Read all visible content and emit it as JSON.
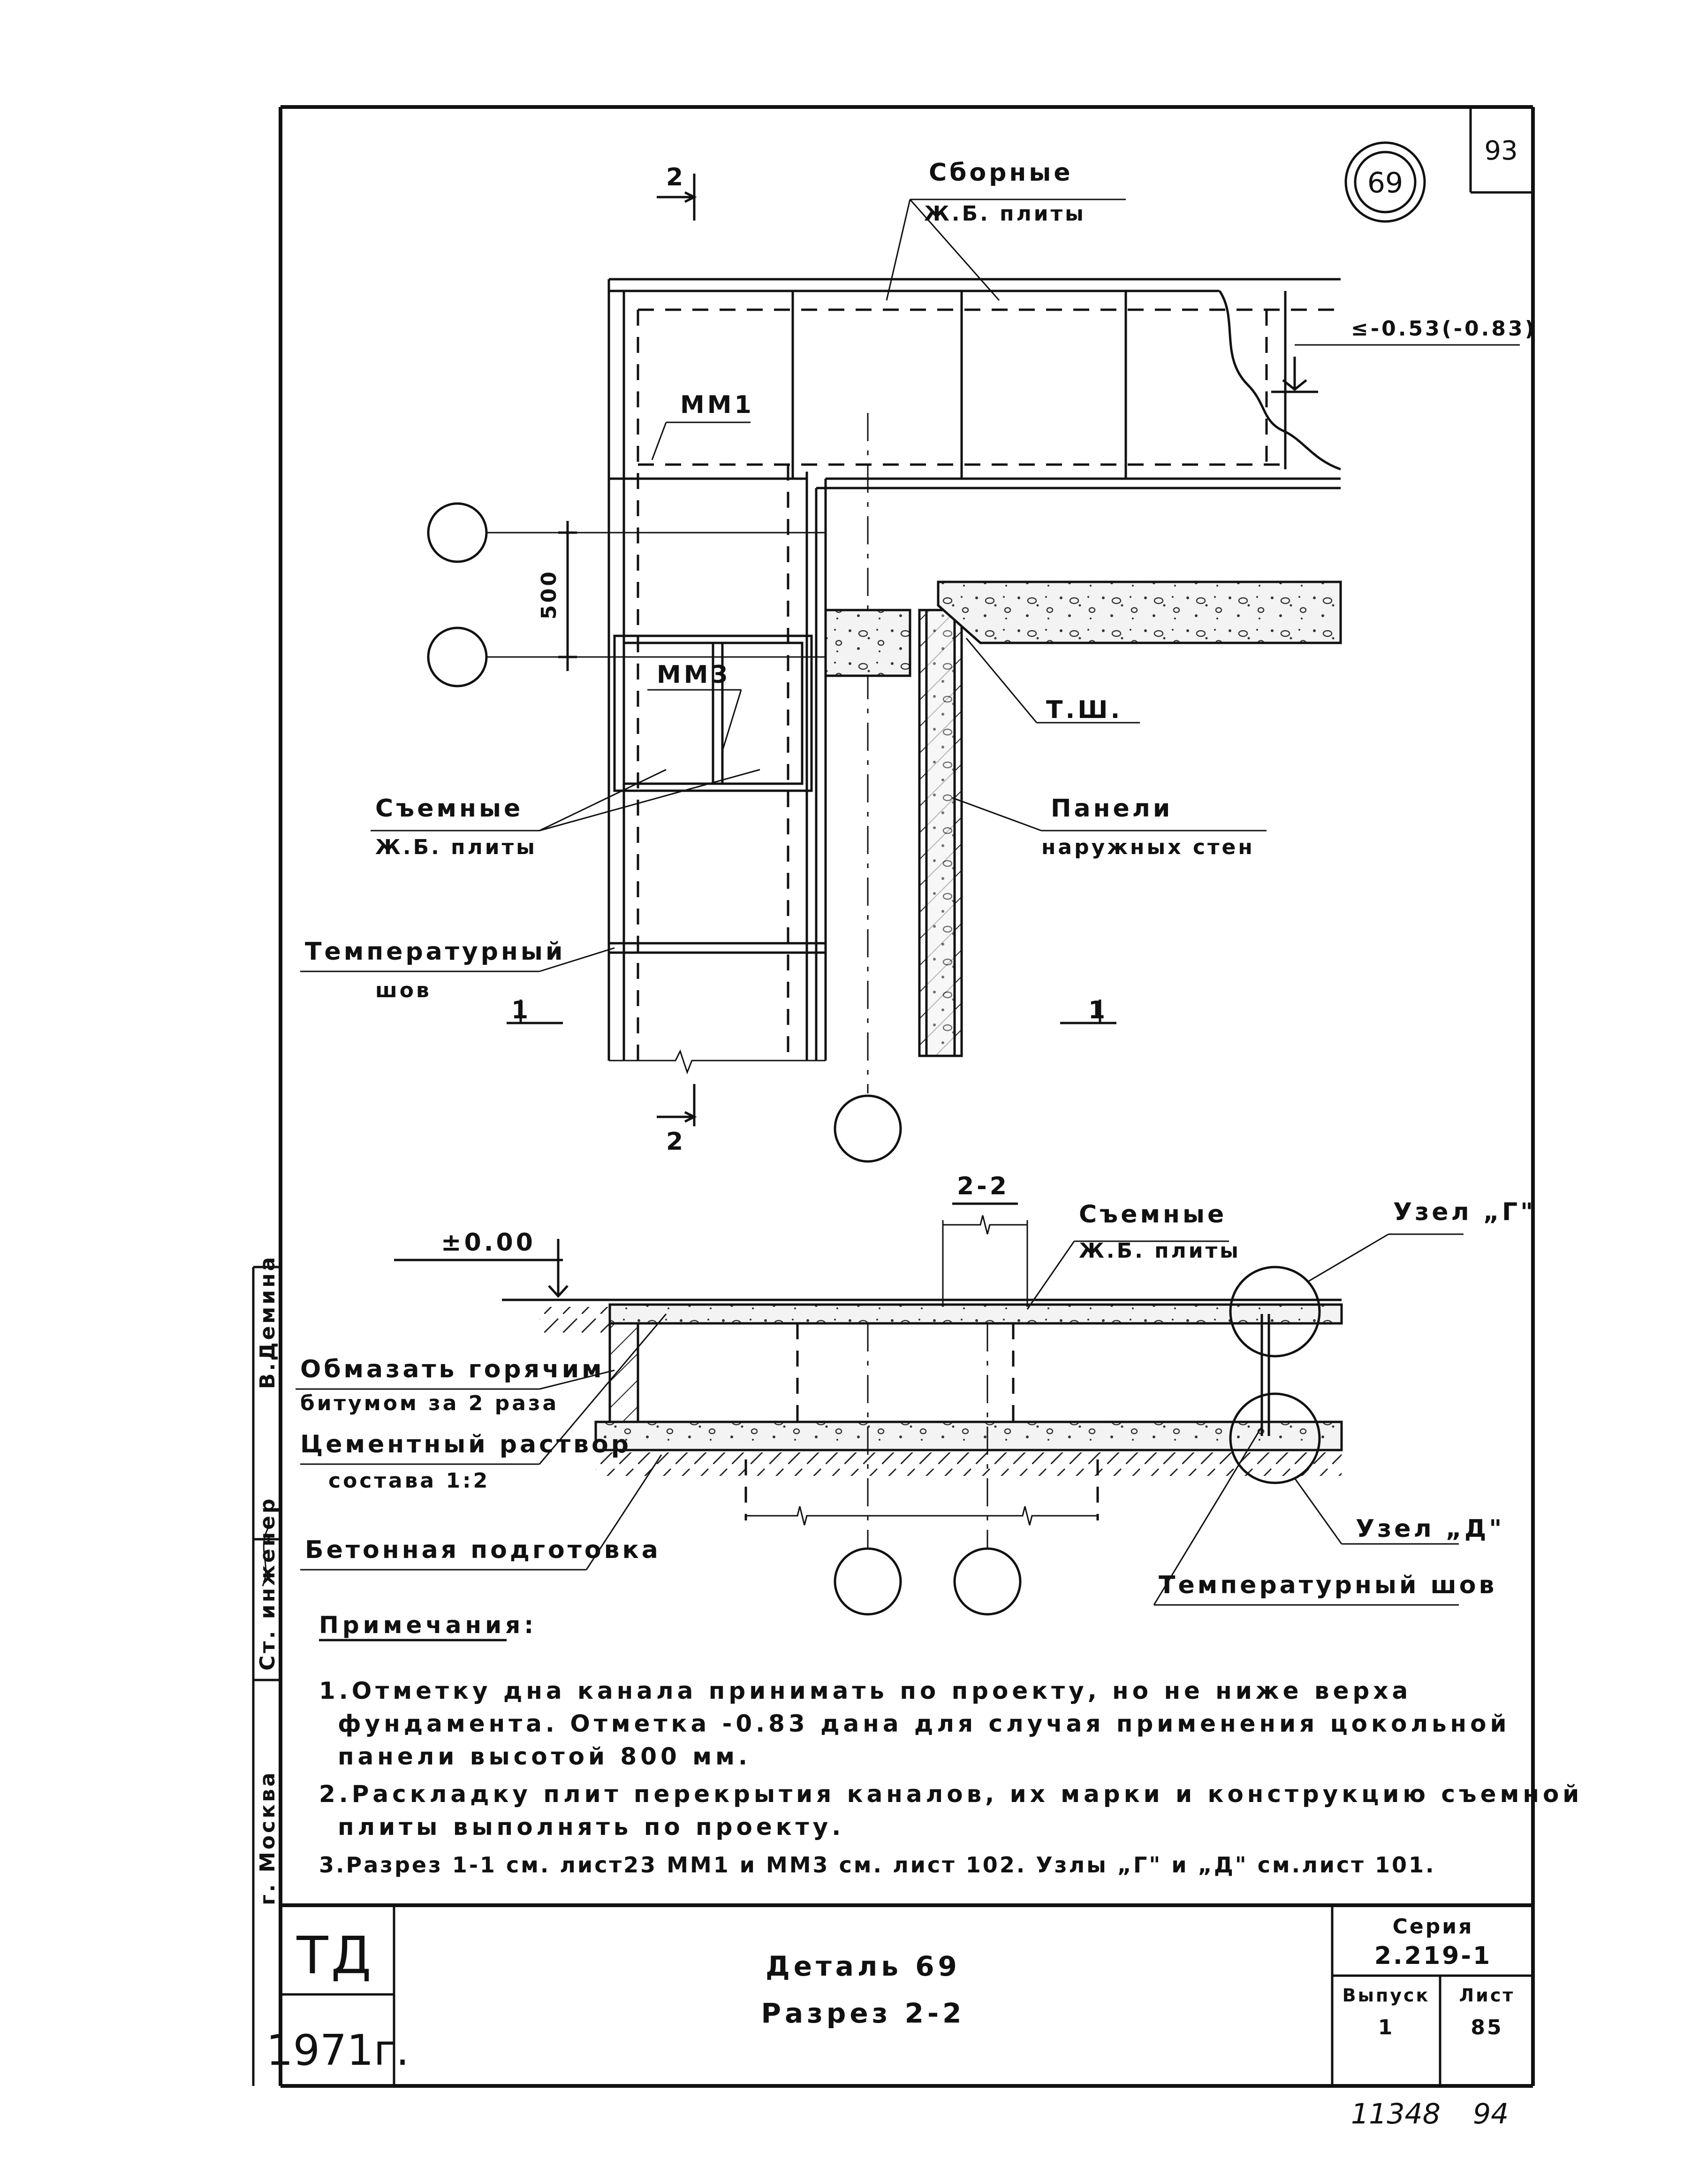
{
  "sheet": {
    "sheet_number_box": "93",
    "detail_badge": "69",
    "bottom_handwritten": [
      "11348",
      "94"
    ]
  },
  "plan": {
    "section_mark_top": "2",
    "section_mark_bottom": "2",
    "section_mark_left": "1",
    "section_mark_right": "1",
    "label_prefab_slabs": [
      "Сборные",
      "Ж.Б. плиты"
    ],
    "elevation": "≤-0.53(-0.83)",
    "label_mm1": "ММ1",
    "label_mm3": "ММ3",
    "dimension_500": "500",
    "label_ts": "Т.Ш.",
    "label_removable_slabs": [
      "Съемные",
      "Ж.Б. плиты"
    ],
    "label_wall_panels": [
      "Панели",
      "наружных стен"
    ],
    "label_temp_joint": [
      "Температурный",
      "шов"
    ]
  },
  "section": {
    "title": "2-2",
    "zero_level": "±0.00",
    "label_removable_slabs": [
      "Съемные",
      "Ж.Б. плиты"
    ],
    "node_g": "Узел „Г\"",
    "node_d": "Узел „Д\"",
    "label_bitumen": [
      "Обмазать горячим",
      "битумом за 2 раза"
    ],
    "label_mortar": [
      "Цементный раствор",
      "состава 1:2"
    ],
    "label_concrete_prep": "Бетонная подготовка",
    "label_temp_joint": "Температурный шов"
  },
  "notes": {
    "heading": "Примечания:",
    "lines": [
      "1.Отметку дна канала принимать по проекту, но не ниже верха",
      "фундамента. Отметка -0.83 дана для случая применения цокольной",
      "панели высотой 800 мм.",
      "2.Раскладку плит перекрытия каналов, их марки и конструкцию съемной",
      "плиты выполнять по проекту.",
      "3.Разрез 1-1 см. лист23 ММ1 и ММ3 см. лист 102. Узлы „Г\" и „Д\" см.лист 101."
    ]
  },
  "side_stamp": {
    "city": "г. Москва",
    "role": "Ст. инженер",
    "name": "В.Демина"
  },
  "title_block": {
    "org": "ТД",
    "year": "1971г.",
    "title": "Деталь 69",
    "subtitle": "Разрез 2-2",
    "series_label": "Серия",
    "series_value": "2.219-1",
    "issue_label": "Выпуск",
    "issue_value": "1",
    "sheet_label": "Лист",
    "sheet_value": "85"
  }
}
